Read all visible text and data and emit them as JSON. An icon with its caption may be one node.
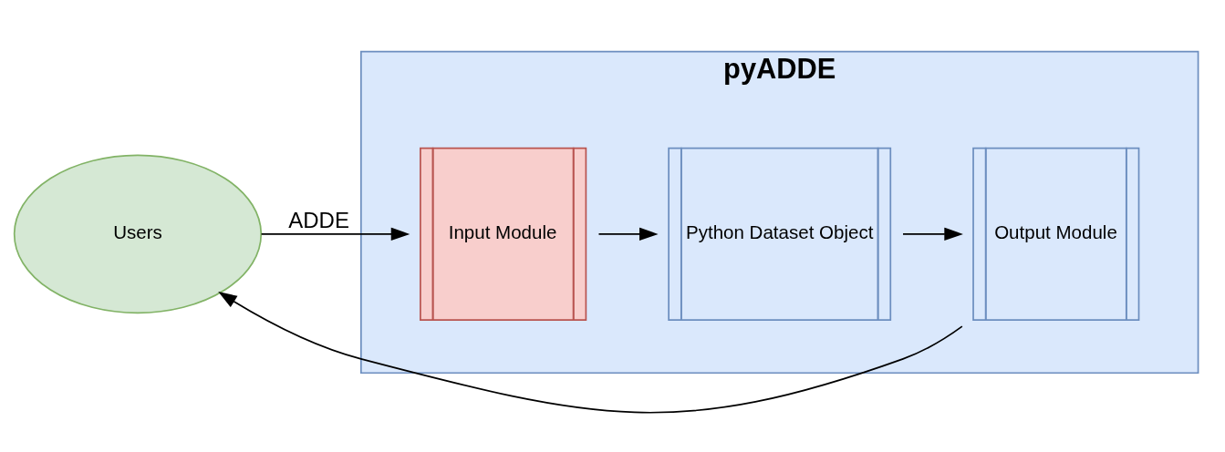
{
  "diagram": {
    "nodes": [
      {
        "text": [
          "Users"
        ]
      },
      {
        "text": [
          "pyADDE"
        ]
      },
      {
        "text": [
          "Input Module"
        ],
        "in": 1
      },
      {
        "text": [
          "Python Dataset Object"
        ],
        "in": 1
      },
      {
        "text": [
          "Output Module"
        ],
        "in": 1
      }
    ],
    "edges": [
      {
        "from": 0,
        "to": 2,
        "arrow": "to",
        "label": "ADDE"
      },
      {
        "from": 2,
        "to": 3,
        "arrow": "to"
      },
      {
        "from": 3,
        "to": 4,
        "arrow": "to"
      },
      {
        "from": 4,
        "to": 0,
        "arrow": "to"
      }
    ]
  }
}
